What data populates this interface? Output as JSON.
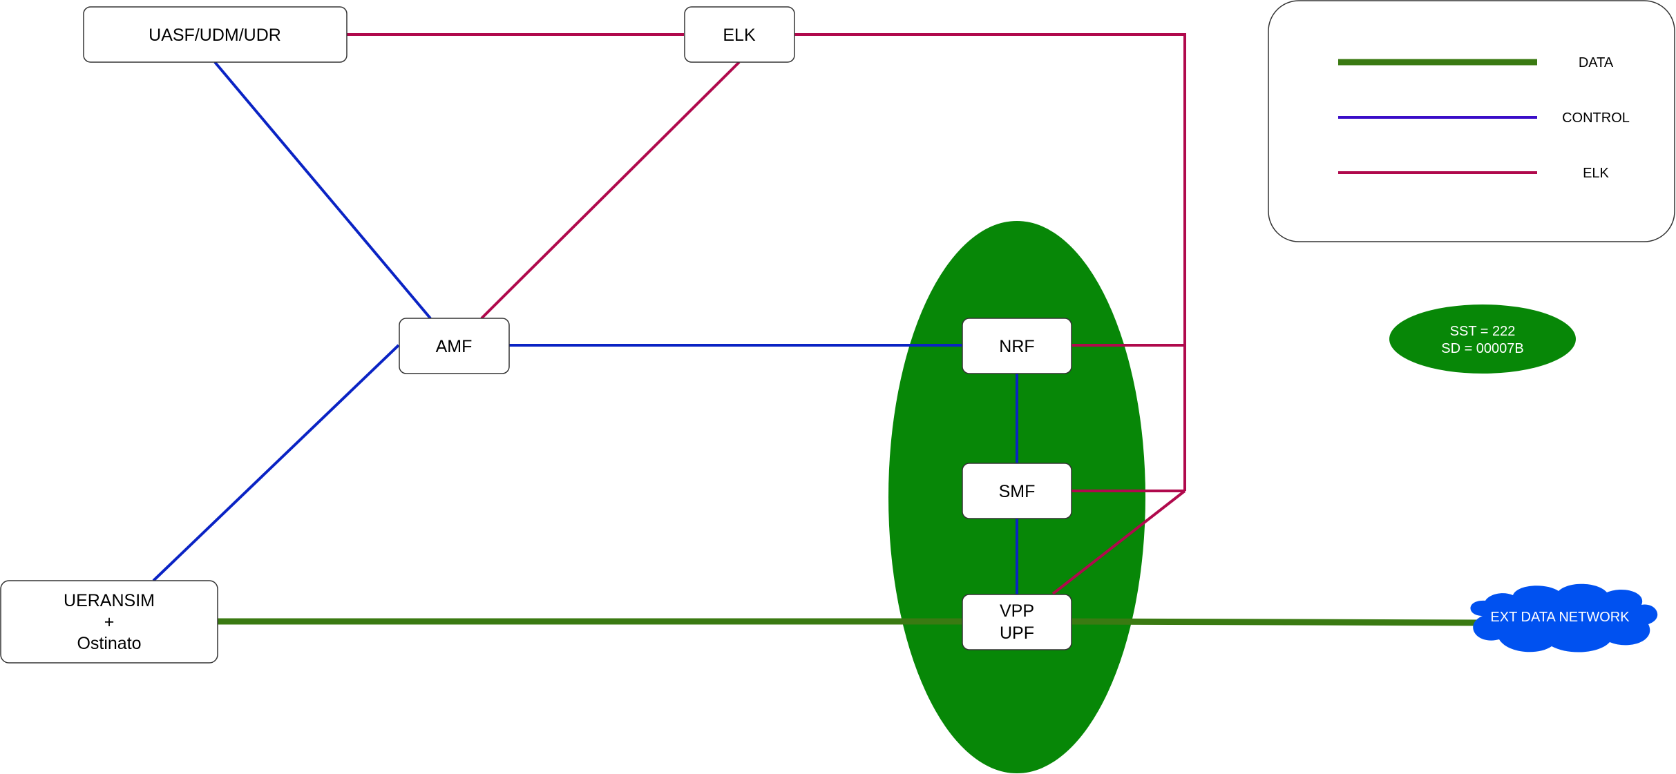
{
  "colors": {
    "data": "#3a7a12",
    "control": "#0a23c4",
    "control_legend": "#3a0dc8",
    "elk": "#b0094c",
    "slice": "#078707",
    "cloud": "#0051f0",
    "box_border": "#333333"
  },
  "nodes": {
    "uasf": "UASF/UDM/UDR",
    "elk": "ELK",
    "amf": "AMF",
    "nrf": "NRF",
    "smf": "SMF",
    "vpp": [
      "VPP",
      "UPF"
    ],
    "ueransim": [
      "UERANSIM",
      "+",
      "Ostinato"
    ]
  },
  "slice_label": [
    "SST = 222",
    "SD = 00007B"
  ],
  "cloud_label": "EXT DATA NETWORK",
  "legend": {
    "items": [
      {
        "label": "DATA",
        "color": "#3a7a12"
      },
      {
        "label": "CONTROL",
        "color": "#3a0dc8"
      },
      {
        "label": "ELK",
        "color": "#b0094c"
      }
    ]
  }
}
